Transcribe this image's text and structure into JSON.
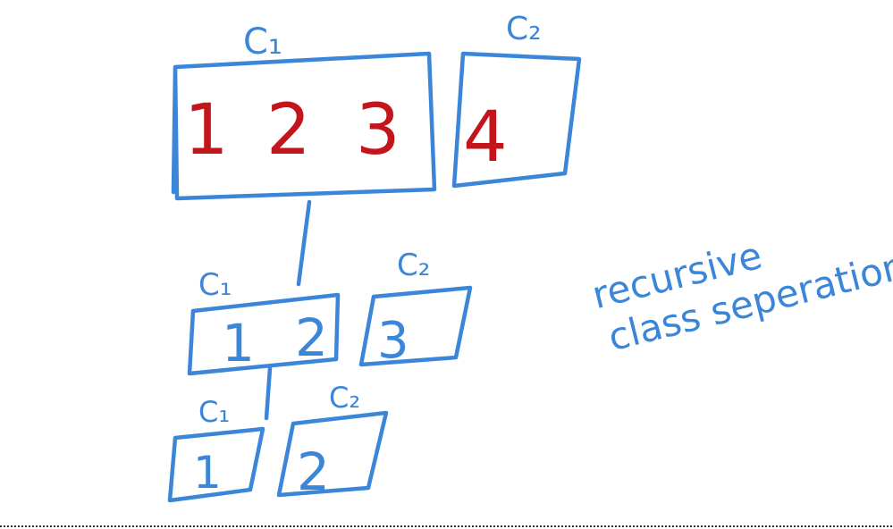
{
  "colors": {
    "ink_blue": "#3b86d8",
    "ink_red": "#c3161c",
    "background": "#ffffff"
  },
  "diagram": {
    "level1": {
      "left_box": {
        "label": "C₁",
        "numbers": [
          "1",
          "2",
          "3"
        ]
      },
      "right_box": {
        "label": "C₂",
        "numbers": [
          "4"
        ]
      }
    },
    "level2": {
      "left_box": {
        "label": "C₁",
        "numbers": [
          "1",
          "2"
        ]
      },
      "right_box": {
        "label": "C₂",
        "numbers": [
          "3"
        ]
      }
    },
    "level3": {
      "left_box": {
        "label": "C₁",
        "numbers": [
          "1"
        ]
      },
      "right_box": {
        "label": "C₂",
        "numbers": [
          "2"
        ]
      }
    }
  },
  "annotation": {
    "line1": "recursive",
    "line2": "class seperation"
  }
}
